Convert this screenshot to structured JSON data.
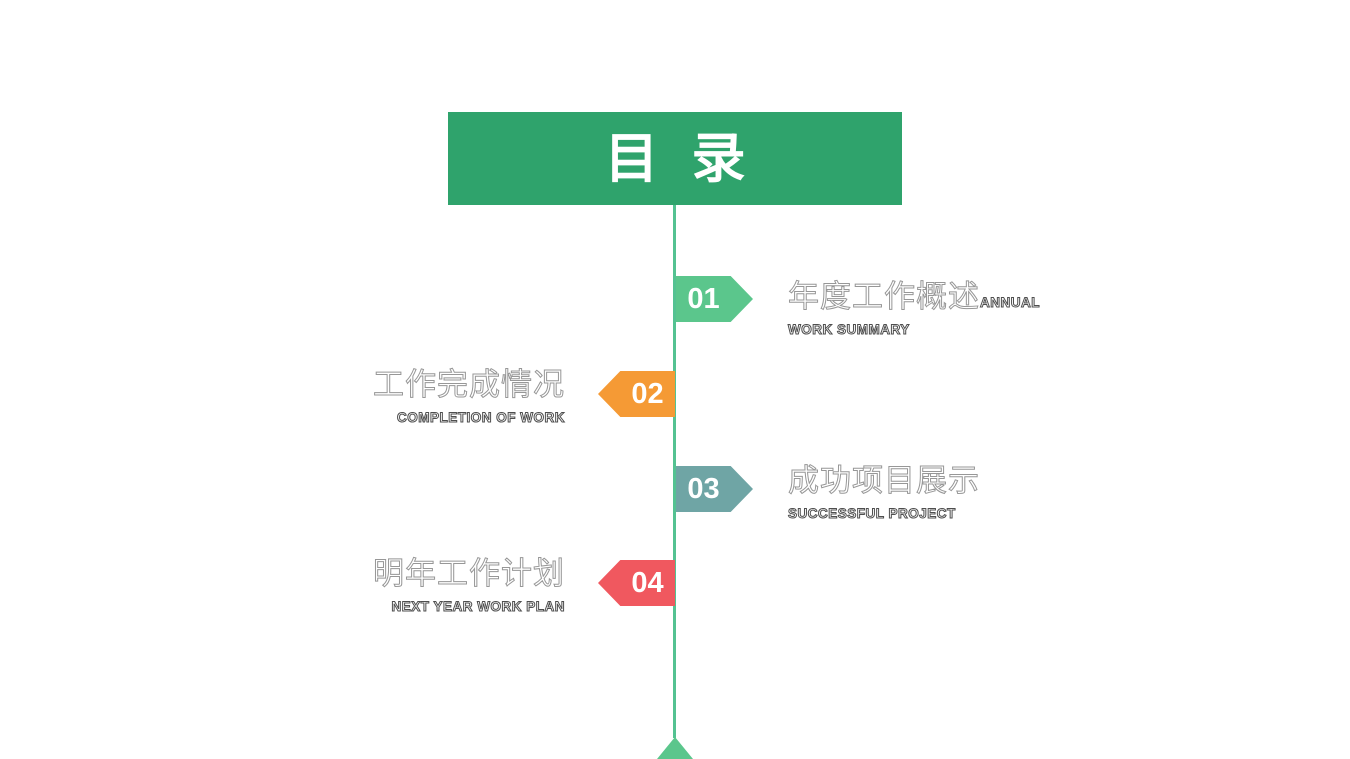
{
  "slide": {
    "title": "目 录",
    "colors": {
      "header_green": "#2FA36C",
      "line_green": "#54C292",
      "triangle_green": "#5BC68C",
      "item1_green": "#5BC68C",
      "item2_orange": "#F59A35",
      "item3_teal": "#6FA5A5",
      "item4_red": "#F0585F"
    },
    "items": [
      {
        "number": "01",
        "side": "right",
        "zh": "年度工作概述",
        "en_inline": "ANNUAL",
        "en_below": "WORK SUMMARY"
      },
      {
        "number": "02",
        "side": "left",
        "zh": "工作完成情况",
        "en_inline": "",
        "en_below": "COMPLETION OF WORK"
      },
      {
        "number": "03",
        "side": "right",
        "zh": "成功项目展示",
        "en_inline": "",
        "en_below": "SUCCESSFUL PROJECT"
      },
      {
        "number": "04",
        "side": "left",
        "zh": "明年工作计划",
        "en_inline": "",
        "en_below": "NEXT YEAR WORK PLAN"
      }
    ]
  }
}
